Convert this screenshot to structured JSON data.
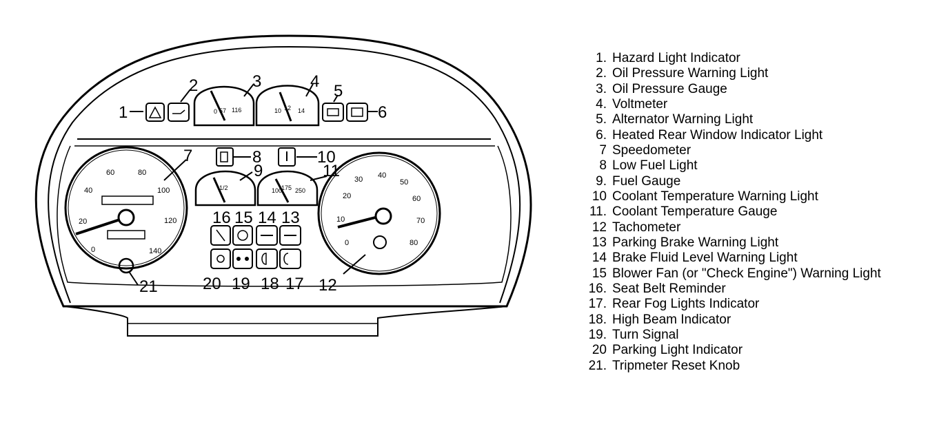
{
  "callouts": [
    "1",
    "2",
    "3",
    "4",
    "5",
    "6",
    "7",
    "8",
    "9",
    "10",
    "11",
    "12",
    "13",
    "14",
    "15",
    "16",
    "17",
    "18",
    "19",
    "20",
    "21"
  ],
  "gauge_text": {
    "oil": [
      "0",
      "57",
      "116"
    ],
    "volt": [
      "10",
      "12",
      "14"
    ],
    "fuel": [
      "1/2"
    ],
    "coolant": [
      "100",
      "175",
      "250"
    ],
    "speedo": [
      "20",
      "40",
      "60",
      "80",
      "100",
      "120",
      "140",
      "0"
    ],
    "tacho": [
      "0",
      "10",
      "20",
      "30",
      "40",
      "50",
      "60",
      "70",
      "80"
    ]
  },
  "legend": [
    {
      "num": "1.",
      "label": "Hazard Light Indicator"
    },
    {
      "num": "2.",
      "label": "Oil Pressure Warning Light"
    },
    {
      "num": "3.",
      "label": "Oil Pressure Gauge"
    },
    {
      "num": "4.",
      "label": "Voltmeter"
    },
    {
      "num": "5.",
      "label": "Alternator Warning Light"
    },
    {
      "num": "6.",
      "label": "Heated Rear Window Indicator Light"
    },
    {
      "num": "7",
      "label": "Speedometer"
    },
    {
      "num": "8",
      "label": "Low Fuel Light"
    },
    {
      "num": "9.",
      "label": "Fuel Gauge"
    },
    {
      "num": "10",
      "label": "Coolant Temperature Warning Light"
    },
    {
      "num": "11.",
      "label": "Coolant Temperature Gauge"
    },
    {
      "num": "12",
      "label": "Tachometer"
    },
    {
      "num": "13",
      "label": "Parking Brake Warning Light"
    },
    {
      "num": "14",
      "label": "Brake Fluid Level Warning Light"
    },
    {
      "num": "15",
      "label": "Blower Fan (or \"Check Engine\") Warning Light"
    },
    {
      "num": "16.",
      "label": "Seat Belt Reminder"
    },
    {
      "num": "17.",
      "label": "Rear Fog Lights Indicator"
    },
    {
      "num": "18.",
      "label": "High Beam Indicator"
    },
    {
      "num": "19.",
      "label": "Turn Signal"
    },
    {
      "num": "20",
      "label": "Parking Light Indicator"
    },
    {
      "num": "21.",
      "label": "Tripmeter Reset Knob"
    }
  ]
}
